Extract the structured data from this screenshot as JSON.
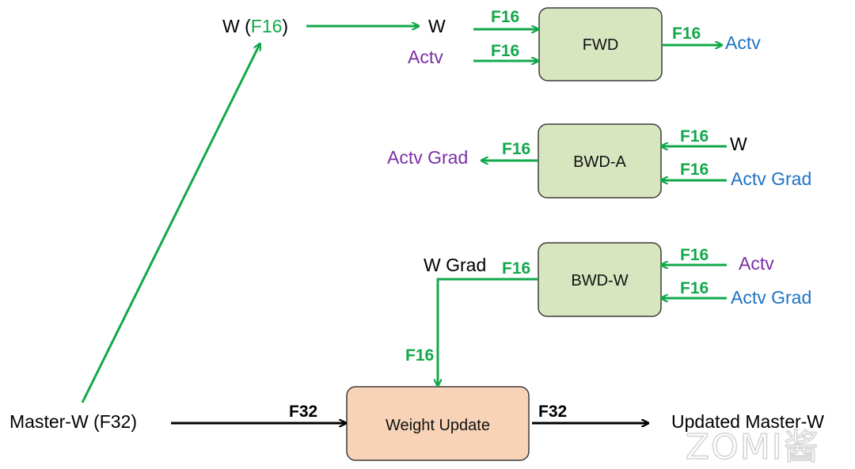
{
  "colors": {
    "green": "#12a84a",
    "purple": "#7a2fa3",
    "blue": "#1f73c2",
    "black": "#000000",
    "box_green_fill": "#d8e6c0",
    "box_orange_fill": "#f8d3b8",
    "box_stroke": "#3c3c3c"
  },
  "labels": {
    "w_f16_prefix": "W (",
    "w_f16_type": "F16",
    "w_f16_suffix": ")",
    "fwd_input_w": "W",
    "fwd_input_actv": "Actv",
    "fwd_output_actv": "Actv",
    "bwda_output_actv_grad": "Actv Grad",
    "bwda_input_w": "W",
    "bwda_input_actv_grad": "Actv Grad",
    "bwdw_output_w_grad": "W Grad",
    "bwdw_input_actv": "Actv",
    "bwdw_input_actv_grad": "Actv Grad",
    "master_w": "Master-W (F32)",
    "updated_master_w": "Updated Master-W"
  },
  "boxes": {
    "fwd": "FWD",
    "bwd_a": "BWD-A",
    "bwd_w": "BWD-W",
    "weight_update": "Weight Update"
  },
  "precision": {
    "fwd_in_w": "F16",
    "fwd_in_actv": "F16",
    "fwd_out": "F16",
    "bwda_out": "F16",
    "bwda_in_w": "F16",
    "bwda_in_actv_grad": "F16",
    "bwdw_out": "F16",
    "bwdw_in_actv": "F16",
    "bwdw_in_actv_grad": "F16",
    "grad_to_update": "F16",
    "update_in": "F32",
    "update_out": "F32"
  },
  "watermark": "ZOMI酱"
}
